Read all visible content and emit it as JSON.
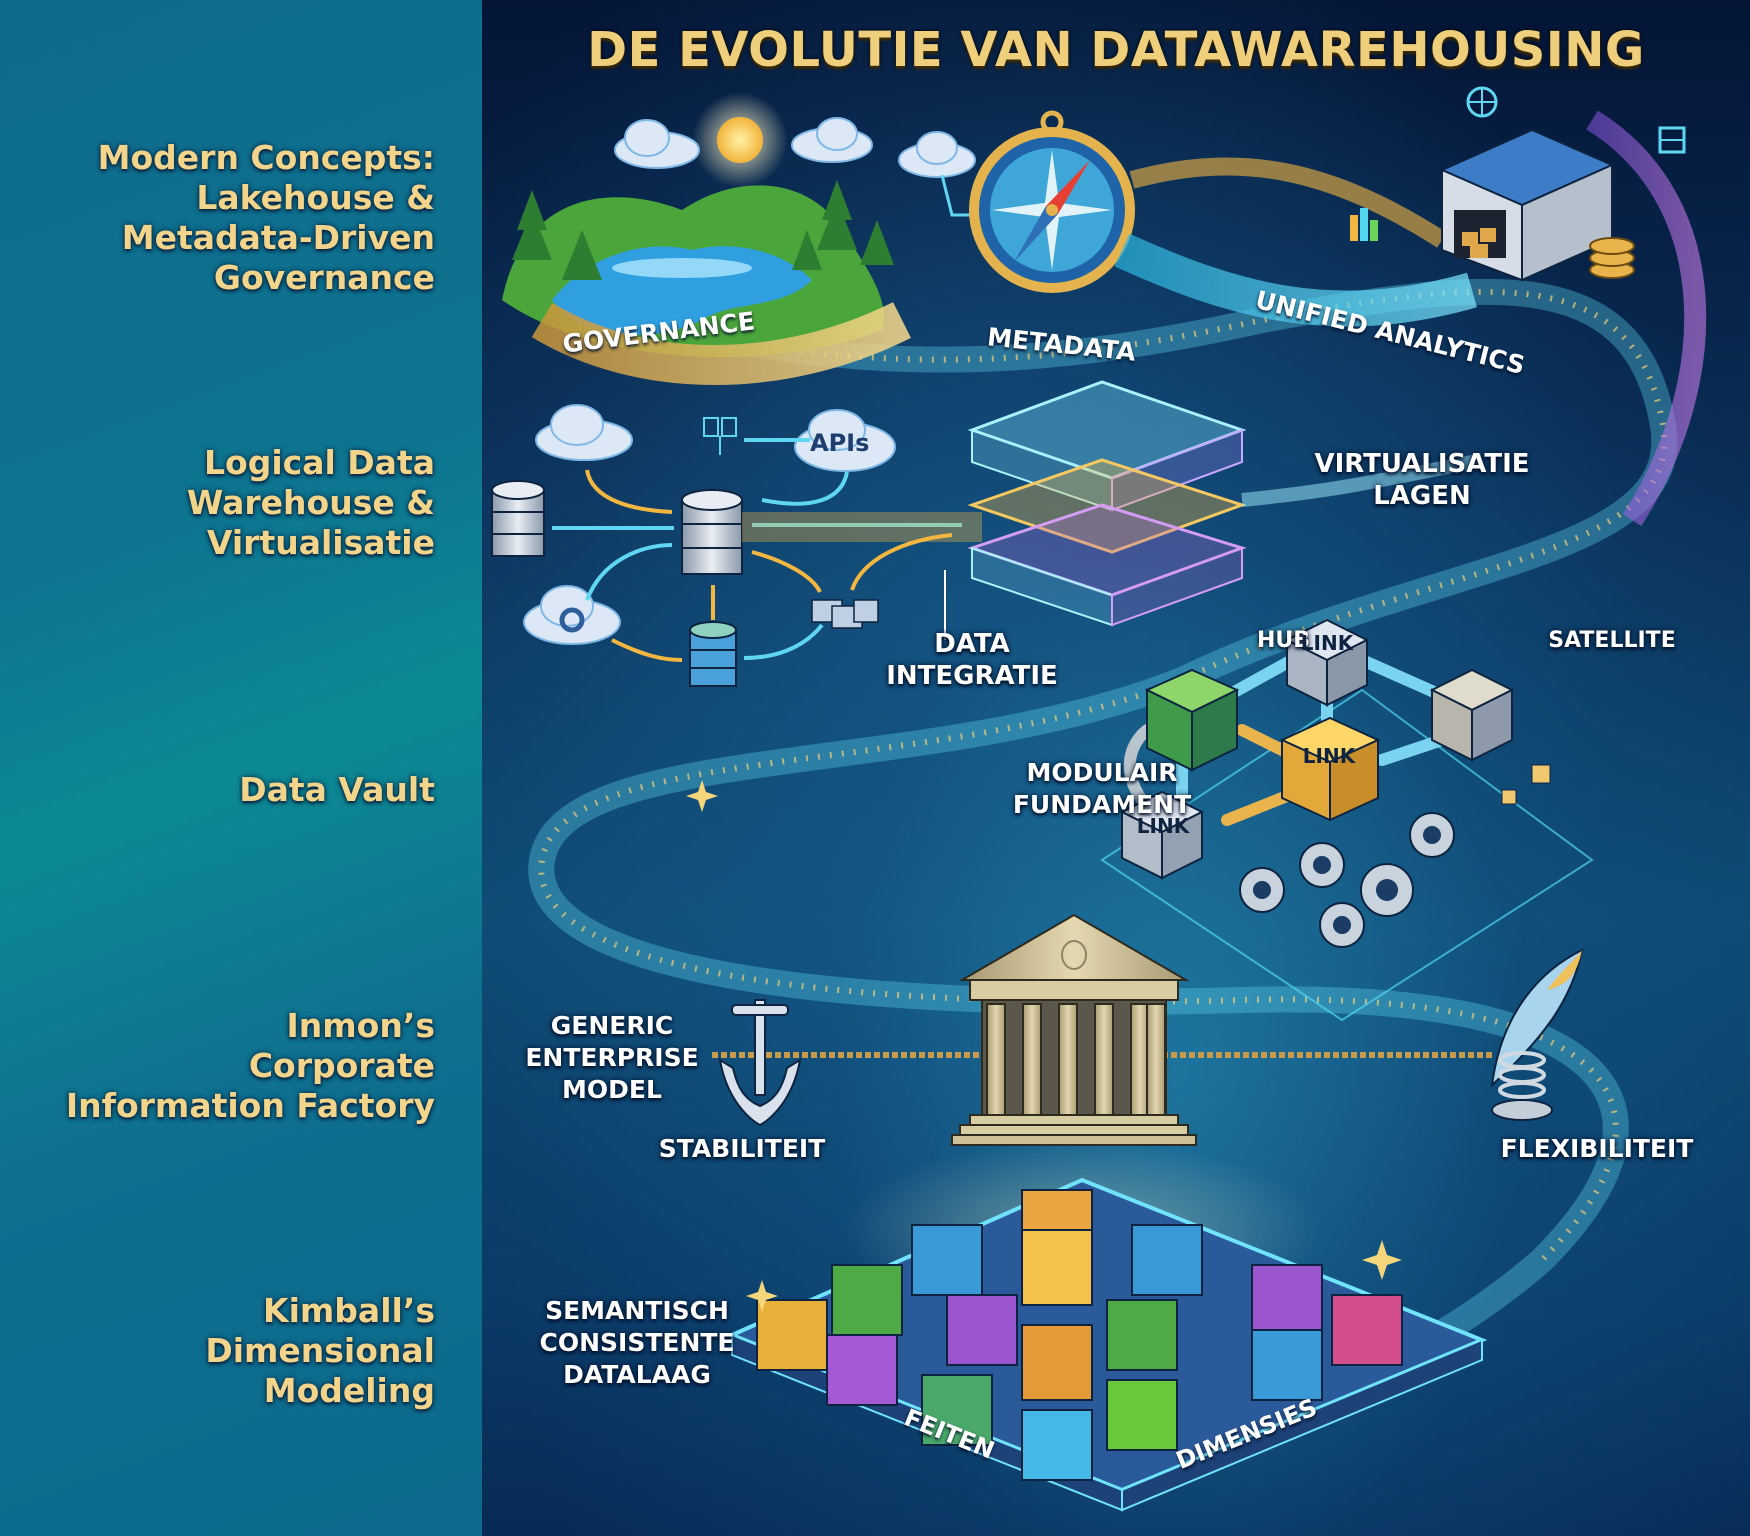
{
  "title": "DE EVOLUTIE VAN DATAWAREHOUSING",
  "colors": {
    "left_panel": "#0e7590",
    "main_bg": "#061a3a",
    "title_gold": "#f0cf7c",
    "label_gold": "#f2d48a",
    "accent_cyan": "#4fd6f0",
    "accent_gold": "#f3b63f",
    "accent_purple": "#b06ad8"
  },
  "eras": [
    {
      "id": "modern",
      "label": "Modern Concepts:\nLakehouse &\nMetadata-Driven\nGovernance"
    },
    {
      "id": "logical",
      "label": "Logical Data\nWarehouse &\nVirtualisatie"
    },
    {
      "id": "vault",
      "label": "Data Vault"
    },
    {
      "id": "inmon",
      "label": "Inmon’s\nCorporate\nInformation Factory"
    },
    {
      "id": "kimball",
      "label": "Kimball’s\nDimensional\nModeling"
    }
  ],
  "modern": {
    "ribbon_governance": "GOVERNANCE",
    "ribbon_metadata": "METADATA",
    "ribbon_unified": "UNIFIED ANALYTICS",
    "icons": [
      "lake-icon",
      "sun-icon",
      "compass-icon",
      "warehouse-icon",
      "chart-icon",
      "globe-icon",
      "server-icon",
      "coin-stack-icon"
    ]
  },
  "logical": {
    "apis_label": "APIs",
    "virtualisatie": "VIRTUALISATIE\nLAGEN",
    "data_integratie": "DATA\nINTEGRATIE"
  },
  "vault": {
    "hub": "HUB",
    "link_top": "LINK",
    "satellite": "SATELLITE",
    "link_center": "LINK",
    "link_bottom": "LINK",
    "modulair": "MODULAIR\nFUNDAMENT"
  },
  "inmon": {
    "generic_model": "GENERIC\nENTERPRISE\nMODEL",
    "stabiliteit": "STABILITEIT",
    "flexibiliteit": "FLEXIBILITEIT"
  },
  "kimball": {
    "semantisch": "SEMANTISCH\nCONSISTENTE\nDATALAAG",
    "feiten": "FEITEN",
    "dimensies": "DIMENSIES"
  }
}
